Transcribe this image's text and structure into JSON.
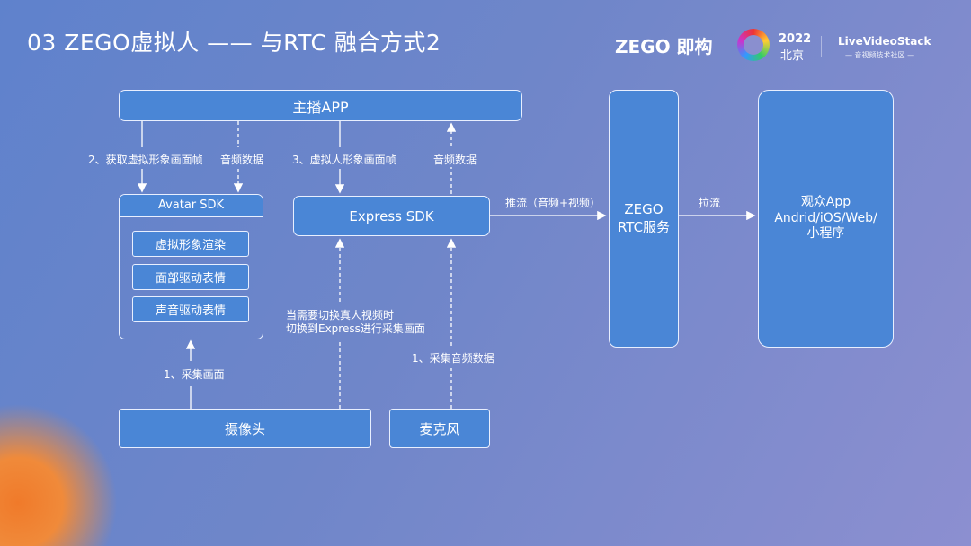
{
  "title": "03 ZEGO虚拟人 —— 与RTC 融合方式2",
  "logos": {
    "zego": "ZEGO 即构",
    "year": "2022",
    "city": "北京",
    "lvs": "LiveVideoStack",
    "lvs_sub": "— 音视频技术社区 —"
  },
  "boxes": {
    "host_app": "主播APP",
    "avatar_sdk": "Avatar SDK",
    "avatar_items": [
      "虚拟形象渲染",
      "面部驱动表情",
      "声音驱动表情"
    ],
    "express_sdk": "Express SDK",
    "rtc": "ZEGO\nRTC服务",
    "audience": "观众App\nAndrid/iOS/Web/\n小程序",
    "camera": "摄像头",
    "mic": "麦克风"
  },
  "labels": {
    "get_frame": "2、获取虚拟形象画面帧",
    "audio1": "音频数据",
    "avatar_frame": "3、虚拟人形象画面帧",
    "audio2": "音频数据",
    "push": "推流（音频+视频）",
    "pull": "拉流",
    "switch1": "当需要切换真人视频时",
    "switch2": "切换到Express进行采集画面",
    "capture_video": "1、采集画面",
    "capture_audio": "1、采集音频数据"
  }
}
